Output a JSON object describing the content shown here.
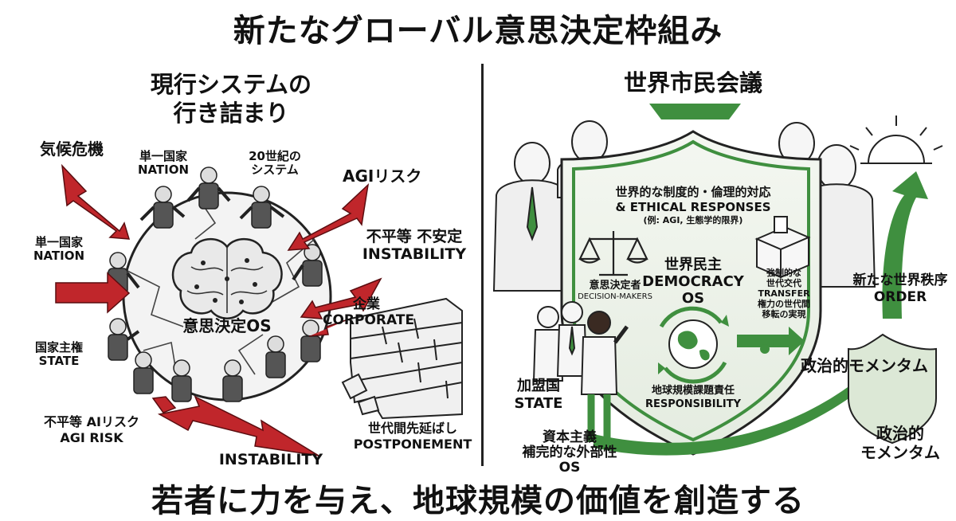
{
  "title": "新たなグローバル意思決定枠組み",
  "footer": "若者に力を与え、地球規模の価値を創造する",
  "left": {
    "heading_line1": "現行システムの",
    "heading_line2": "行き詰まり",
    "core": "意思決定OS",
    "labels": {
      "climate": "気候危機",
      "nation_top_jp": "単一国家",
      "nation_top_en": "NATION",
      "century_jp": "20世紀の",
      "century_jp2": "システム",
      "agi": "AGIリスク",
      "nation_left_jp": "単一国家",
      "nation_left_en": "NATION",
      "inequality_jp": "不平等 不安定",
      "inequality_en": "INSTABILITY",
      "corporate_jp": "企業",
      "corporate_en": "CORPORATE",
      "state_jp": "国家主権",
      "state_en": "STATE",
      "ai_risk_jp": "不平等 AIリスク",
      "ai_risk_en": "AGI RISK",
      "instability_bottom": "INSTABILITY",
      "postpone_jp": "世代間先延ばし",
      "postpone_en": "POSTPONEMENT"
    }
  },
  "right": {
    "heading": "世界市民会議",
    "shield": {
      "top_jp": "世界的な制度的・倫理的対応",
      "top_en": "& ETHICAL RESPONSES",
      "top_sub": "(例: AGI, 生態学的限界)",
      "demo_jp": "世界民主",
      "demo_en": "DEMOCRACY",
      "demo_os": "OS",
      "decision_jp": "意思決定者",
      "decision_en": "DECISION-MAKERS",
      "transfer_1": "強制的な",
      "transfer_2": "世代交代",
      "transfer_3": "TRANSFER",
      "transfer_4": "権力の世代間",
      "transfer_5": "移転の実現",
      "resp_jp": "地球規模課題責任",
      "resp_en": "RESPONSIBILITY"
    },
    "member_jp": "加盟国",
    "member_en": "STATE",
    "capital_1": "資本主義",
    "capital_2": "補完的な外部性",
    "capital_3": "OS",
    "order_jp": "新たな世界秩序",
    "order_en": "ORDER",
    "momentum_1": "政治的モメンタム",
    "momentum_2a": "政治的",
    "momentum_2b": "モメンタム"
  },
  "colors": {
    "red": "#c0262b",
    "green": "#3f8f3f",
    "dark_green": "#2d6e2d",
    "ink": "#111111"
  }
}
